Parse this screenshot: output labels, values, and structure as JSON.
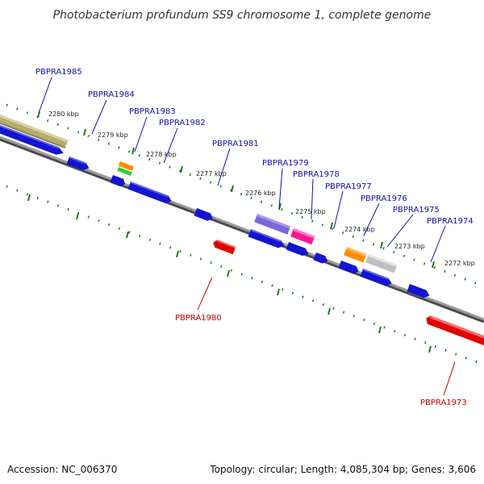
{
  "title": "Photobacterium profundum SS9 chromosome 1, complete genome",
  "accession": "Accession: NC_006370",
  "topology": "Topology: circular; Length: 4,085,304 bp; Genes: 3,606",
  "colors": {
    "forward_label": "#1010b0",
    "reverse_label": "#cc0000",
    "backbone": "#7f7f7f",
    "tick": "#1e7d1e",
    "cds_blue": "#1414d2"
  },
  "scale_ticks": [
    "2280 kbp",
    "2279 kbp",
    "2278 kbp",
    "2277 kbp",
    "2276 kbp",
    "2275 kbp",
    "2274 kbp",
    "2273 kbp",
    "2272 kbp"
  ],
  "gene_labels_top": [
    "PBPRA1985",
    "PBPRA1984",
    "PBPRA1983",
    "PBPRA1982",
    "PBPRA1981",
    "PBPRA1979",
    "PBPRA1978",
    "PBPRA1977",
    "PBPRA1976",
    "PBPRA1975",
    "PBPRA1974"
  ],
  "gene_labels_bottom": [
    "PBPRA1980",
    "PBPRA1973"
  ]
}
